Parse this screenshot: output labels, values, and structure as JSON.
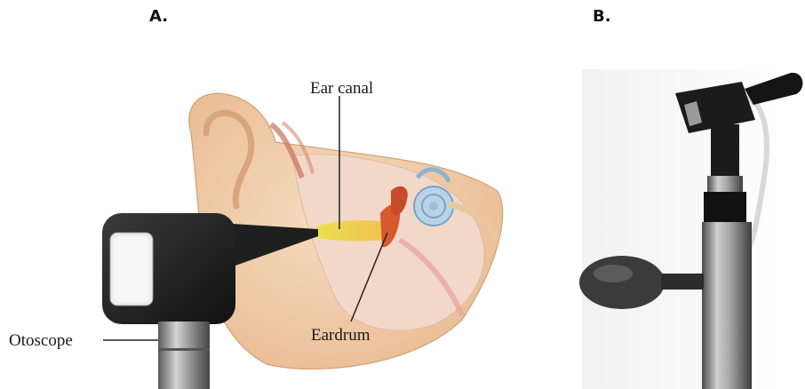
{
  "panels": {
    "a": {
      "label": "A.",
      "callouts": {
        "ear_canal": "Ear canal",
        "eardrum": "Eardrum",
        "otoscope": "Otoscope"
      }
    },
    "b": {
      "label": "B."
    }
  }
}
